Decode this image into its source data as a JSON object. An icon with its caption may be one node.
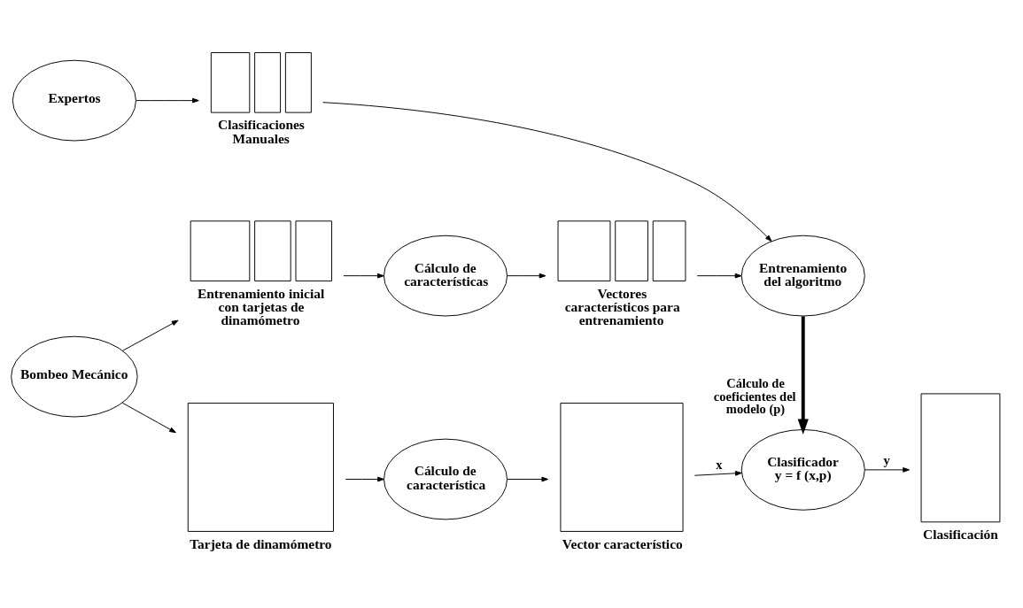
{
  "diagram": {
    "nodes": [
      {
        "text": [
          "Expertos"
        ]
      },
      {
        "text": [
          "Clasificaciones Manuales"
        ]
      },
      {
        "text": [
          "Entrenamiento inicial con tarjetas de dinamómetro"
        ]
      },
      {
        "text": [
          "Cálculo de características"
        ]
      },
      {
        "text": [
          "Vectores característicos para entrenamiento"
        ]
      },
      {
        "text": [
          "Entrenamiento del algoritmo"
        ]
      },
      {
        "text": [
          "Bombeo Mecánico"
        ]
      },
      {
        "text": [
          "Tarjeta de dinamómetro"
        ]
      },
      {
        "text": [
          "Cálculo de característica"
        ]
      },
      {
        "text": [
          "Vector característico"
        ]
      },
      {
        "text": [
          "Clasificador",
          "y = f (x,p)"
        ]
      },
      {
        "text": [
          "Clasificación"
        ]
      }
    ],
    "edges": [
      {
        "from": 0,
        "to": 1,
        "arrow": "to"
      },
      {
        "from": 1,
        "to": 5,
        "arrow": "to"
      },
      {
        "from": 6,
        "to": 2,
        "arrow": "to"
      },
      {
        "from": 2,
        "to": 3,
        "arrow": "to"
      },
      {
        "from": 3,
        "to": 4,
        "arrow": "to"
      },
      {
        "from": 4,
        "to": 5,
        "arrow": "to"
      },
      {
        "from": 5,
        "to": 10,
        "arrow": "to",
        "style": "thick",
        "label": "Cálculo de coeficientes del modelo (p)"
      },
      {
        "from": 6,
        "to": 7,
        "arrow": "to"
      },
      {
        "from": 7,
        "to": 8,
        "arrow": "to"
      },
      {
        "from": 8,
        "to": 9,
        "arrow": "to"
      },
      {
        "from": 9,
        "to": 10,
        "arrow": "to",
        "label": "x"
      },
      {
        "from": 10,
        "to": 11,
        "arrow": "to",
        "label": "y"
      }
    ]
  }
}
